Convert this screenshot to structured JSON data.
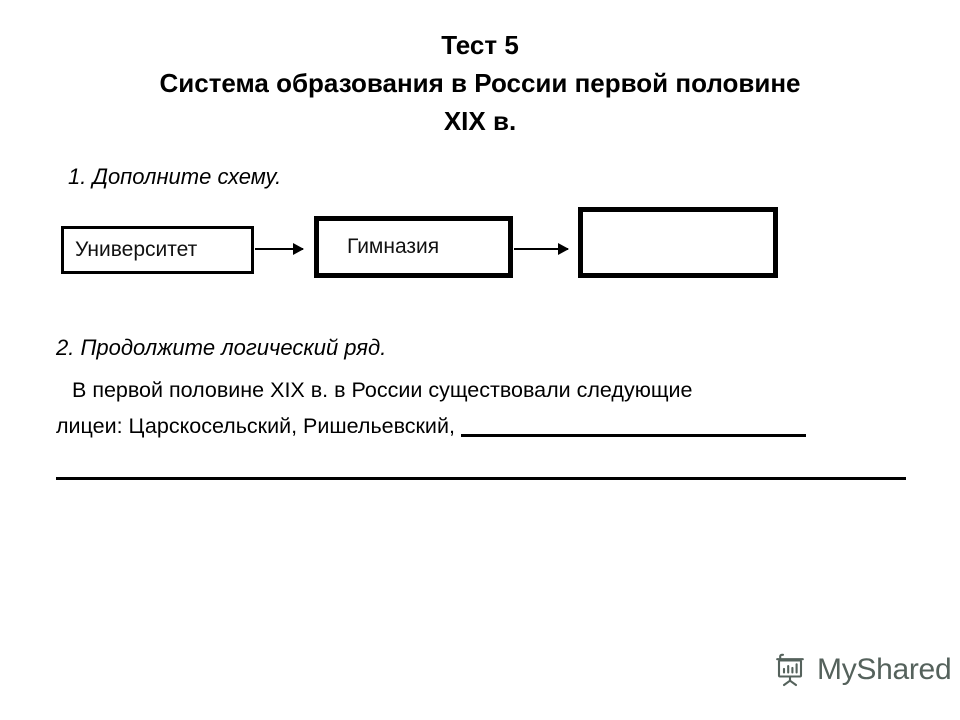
{
  "slide": {
    "background_color": "#ffffff",
    "text_color": "#000000"
  },
  "title": {
    "line1": "Тест 5",
    "line2": "Система образования в России первой половине",
    "line3": "XIX в."
  },
  "task1": {
    "prompt": "1. Дополните схему.",
    "diagram": {
      "type": "flow",
      "orientation": "left-to-right",
      "nodes": [
        {
          "id": "university",
          "label": "Университет",
          "filled": true
        },
        {
          "id": "gymnasium",
          "label": "Гимназия",
          "filled": true
        },
        {
          "id": "blank",
          "label": "",
          "filled": false
        }
      ],
      "arrows": [
        {
          "from": "university",
          "to": "gymnasium",
          "glyph": "arrow-right"
        },
        {
          "from": "gymnasium",
          "to": "blank",
          "glyph": "arrow-right"
        }
      ]
    }
  },
  "task2": {
    "prompt": "2. Продолжите логический ряд.",
    "line1": "В первой половине XIX в. в России существовали следующие",
    "line2_prefix": "лицеи: Царскосельский, Ришельевский,",
    "answer_blank_inline": "",
    "answer_blank_full": ""
  },
  "watermark": {
    "text": "MyShared",
    "icon": "flipchart-chart-icon",
    "color": "#55625c"
  }
}
